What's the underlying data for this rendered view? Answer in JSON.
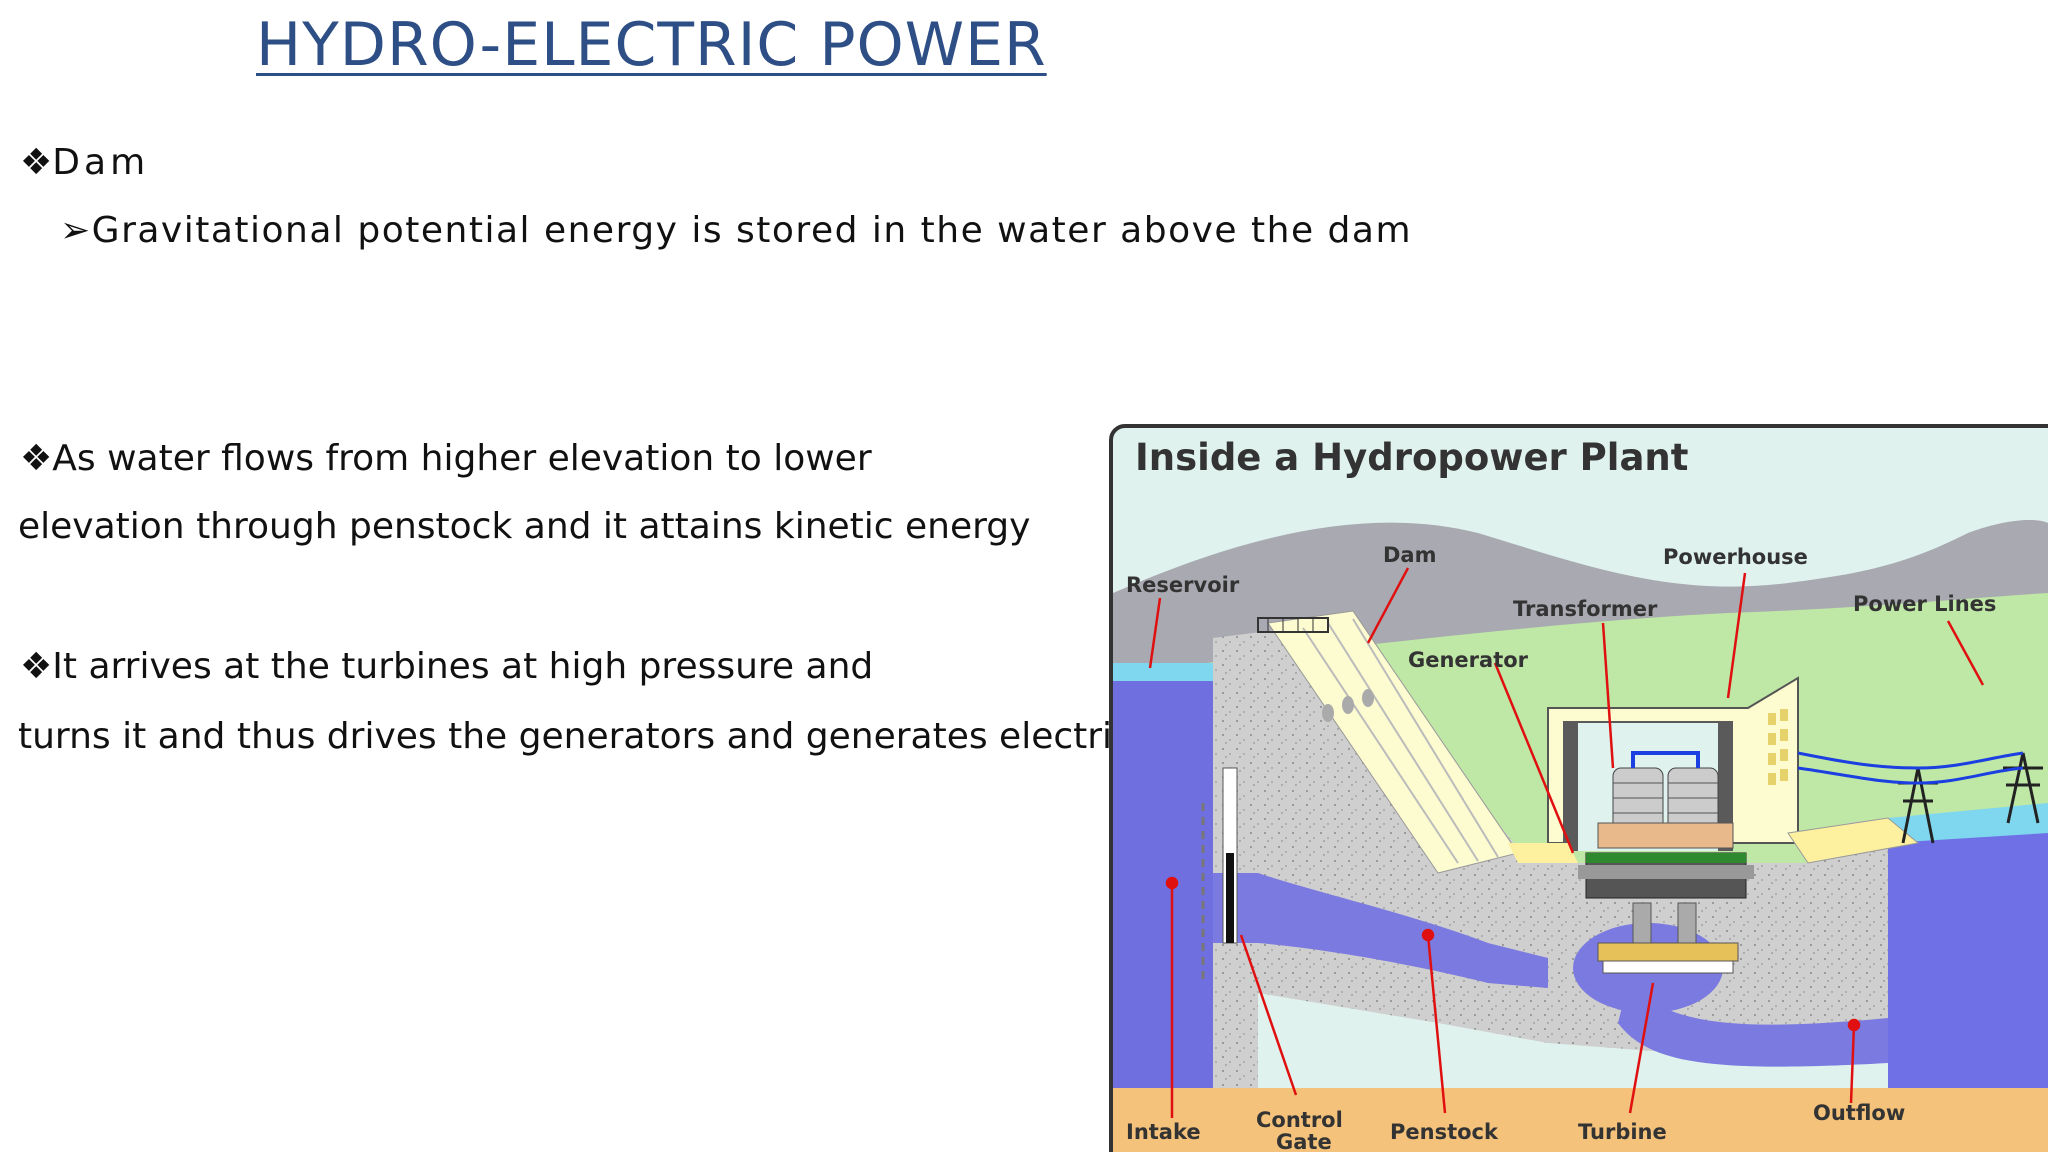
{
  "slide": {
    "title": "HYDRO-ELECTRIC POWER",
    "bullet1": {
      "marker": "❖",
      "label": "Dam"
    },
    "sub1": {
      "marker": "➢",
      "text": "Gravitational potential energy is stored in  the water above the dam"
    },
    "bullet2": {
      "marker": "❖",
      "line1": "As water flows from higher elevation to  lower",
      "line2": "elevation through penstock and it attains  kinetic energy"
    },
    "bullet3": {
      "marker": "❖",
      "line1": "It arrives at the turbines at high pressure  and",
      "line2": "turns it and thus drives the generators  and generates electricity"
    }
  },
  "diagram": {
    "title": "Inside a Hydropower Plant",
    "labels": {
      "reservoir": "Reservoir",
      "dam": "Dam",
      "powerhouse": "Powerhouse",
      "transformer": "Transformer",
      "power_lines": "Power Lines",
      "generator": "Generator",
      "intake": "Intake",
      "control_gate_1": "Control",
      "control_gate_2": "Gate",
      "penstock": "Penstock",
      "turbine": "Turbine",
      "outflow": "Outflow"
    },
    "colors": {
      "water": "#6f6fe0",
      "concrete": "#cfcfcf",
      "ground": "#f4c27a",
      "sky": "#d9f0ec",
      "arrow": "#e01010"
    }
  }
}
